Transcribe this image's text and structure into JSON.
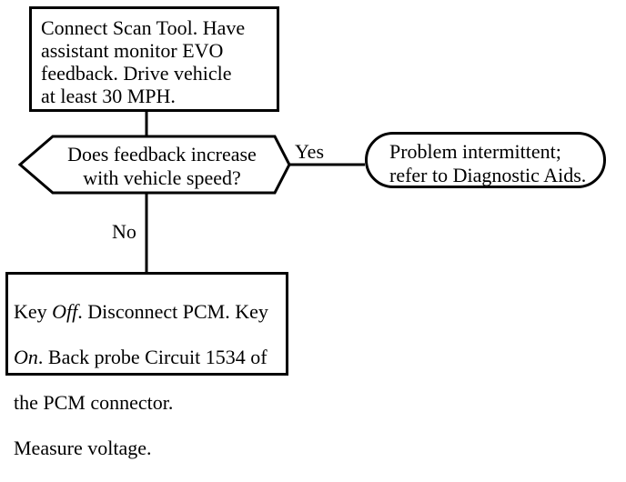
{
  "flowchart": {
    "start_step": "Connect Scan Tool. Have\nassistant monitor EVO\nfeedback. Drive vehicle\nat least 30 MPH.",
    "decision": "Does feedback increase\nwith vehicle speed?",
    "yes_label": "Yes",
    "no_label": "No",
    "yes_result": "Problem intermittent;\nrefer to Diagnostic Aids.",
    "no_step": {
      "key_word": "Key",
      "off": "Off",
      "line1_rest": ". Disconnect PCM. Key",
      "on": "On",
      "line2_rest": ". Back probe Circuit 1534 of",
      "line3": "the PCM connector.",
      "line4": "Measure voltage."
    }
  }
}
